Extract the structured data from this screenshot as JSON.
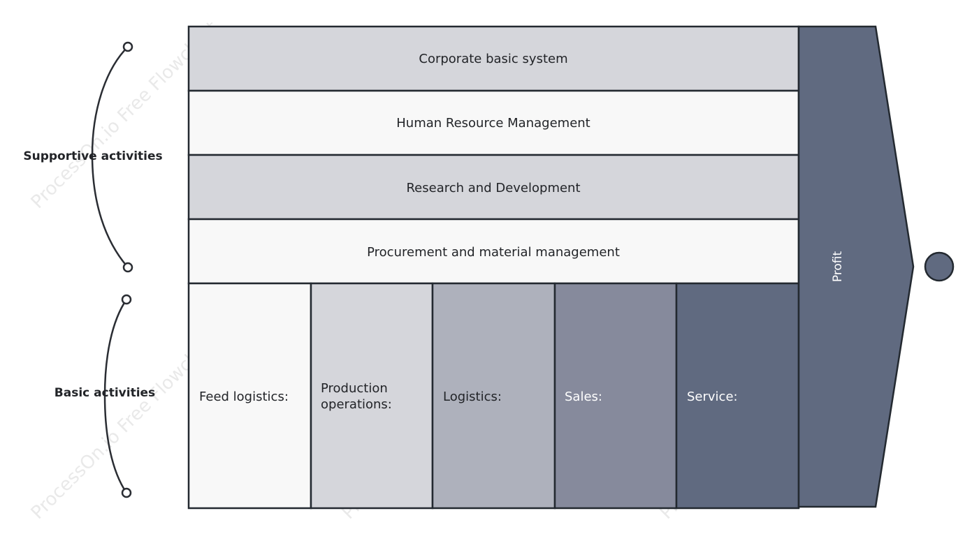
{
  "watermark": "ProcessOn.io Free Flowchart",
  "colors": {
    "stroke": "#232930",
    "light_band": "#d5d6db",
    "white_band": "#f8f8f8",
    "c1": "#f8f8f8",
    "c2": "#d5d6db",
    "c3": "#aeb1bc",
    "c4": "#868a9c",
    "c5": "#606a80",
    "profit": "#606a80"
  },
  "support": {
    "label": "Supportive activities",
    "rows": [
      {
        "label": "Corporate basic system"
      },
      {
        "label": "Human Resource Management"
      },
      {
        "label": "Research and Development"
      },
      {
        "label": "Procurement and material management"
      }
    ]
  },
  "basic": {
    "label": "Basic activities",
    "columns": [
      {
        "line1": "Feed logistics:",
        "line2": ""
      },
      {
        "line1": "Production",
        "line2": "operations:"
      },
      {
        "line1": "Logistics:",
        "line2": ""
      },
      {
        "line1": "Sales:",
        "line2": ""
      },
      {
        "line1": "Service:",
        "line2": ""
      }
    ]
  },
  "profit": {
    "label": "Profit"
  }
}
